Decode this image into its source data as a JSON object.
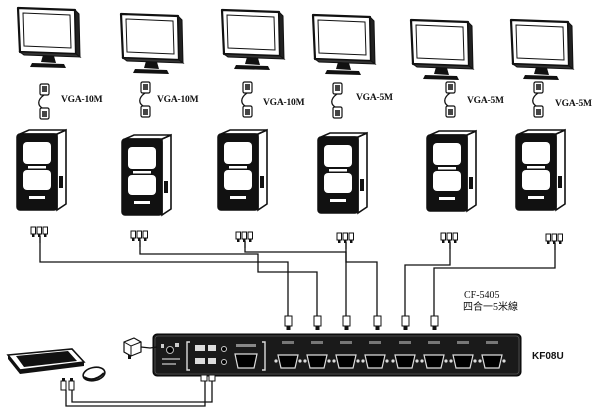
{
  "systems": [
    {
      "vga_cable": "VGA-10M"
    },
    {
      "vga_cable": "VGA-10M"
    },
    {
      "vga_cable": "VGA-10M"
    },
    {
      "vga_cable": "VGA-5M"
    },
    {
      "vga_cable": "VGA-5M"
    },
    {
      "vga_cable": "VGA-5M"
    }
  ],
  "kvm_cable": {
    "model": "CF-5405",
    "description": "四合一5米線"
  },
  "switch": {
    "model": "KF08U"
  }
}
